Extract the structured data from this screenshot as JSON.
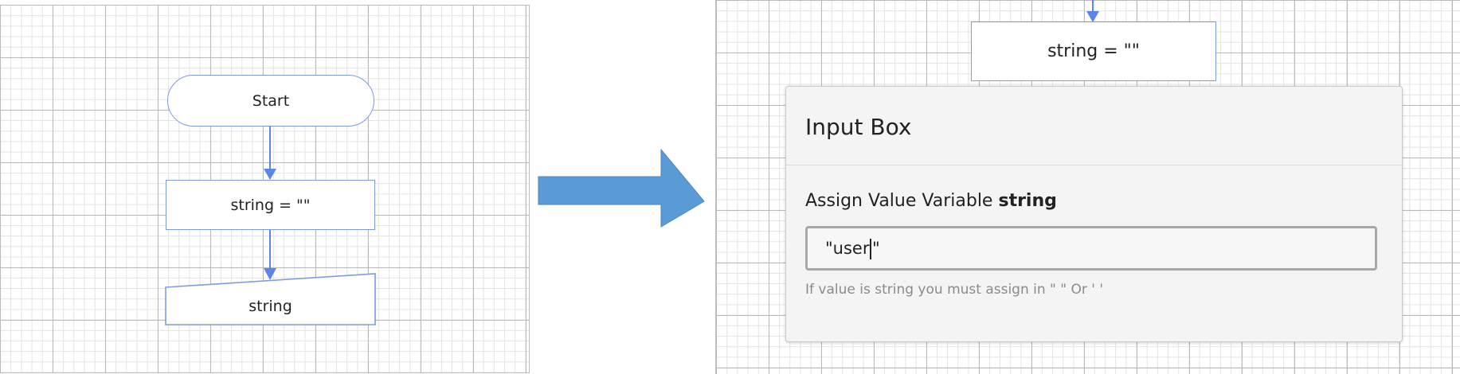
{
  "left_flowchart": {
    "start_label": "Start",
    "assign_label": "string = \"\"",
    "input_label": "string"
  },
  "right_flowchart": {
    "assign_label": "string = \"\""
  },
  "input_box": {
    "title": "Input Box",
    "label_prefix": "Assign Value Variable",
    "variable_name": "string",
    "value_before_cursor": "\"user",
    "value_after_cursor": "\"",
    "help_text": "If value is string you must assign in \" \" Or ' '"
  },
  "colors": {
    "shape_border": "#7d9be0",
    "connector": "#5b86e8",
    "big_arrow": "#5b9bd5"
  },
  "icons": [
    "right-arrow-icon",
    "down-arrow-icon"
  ]
}
